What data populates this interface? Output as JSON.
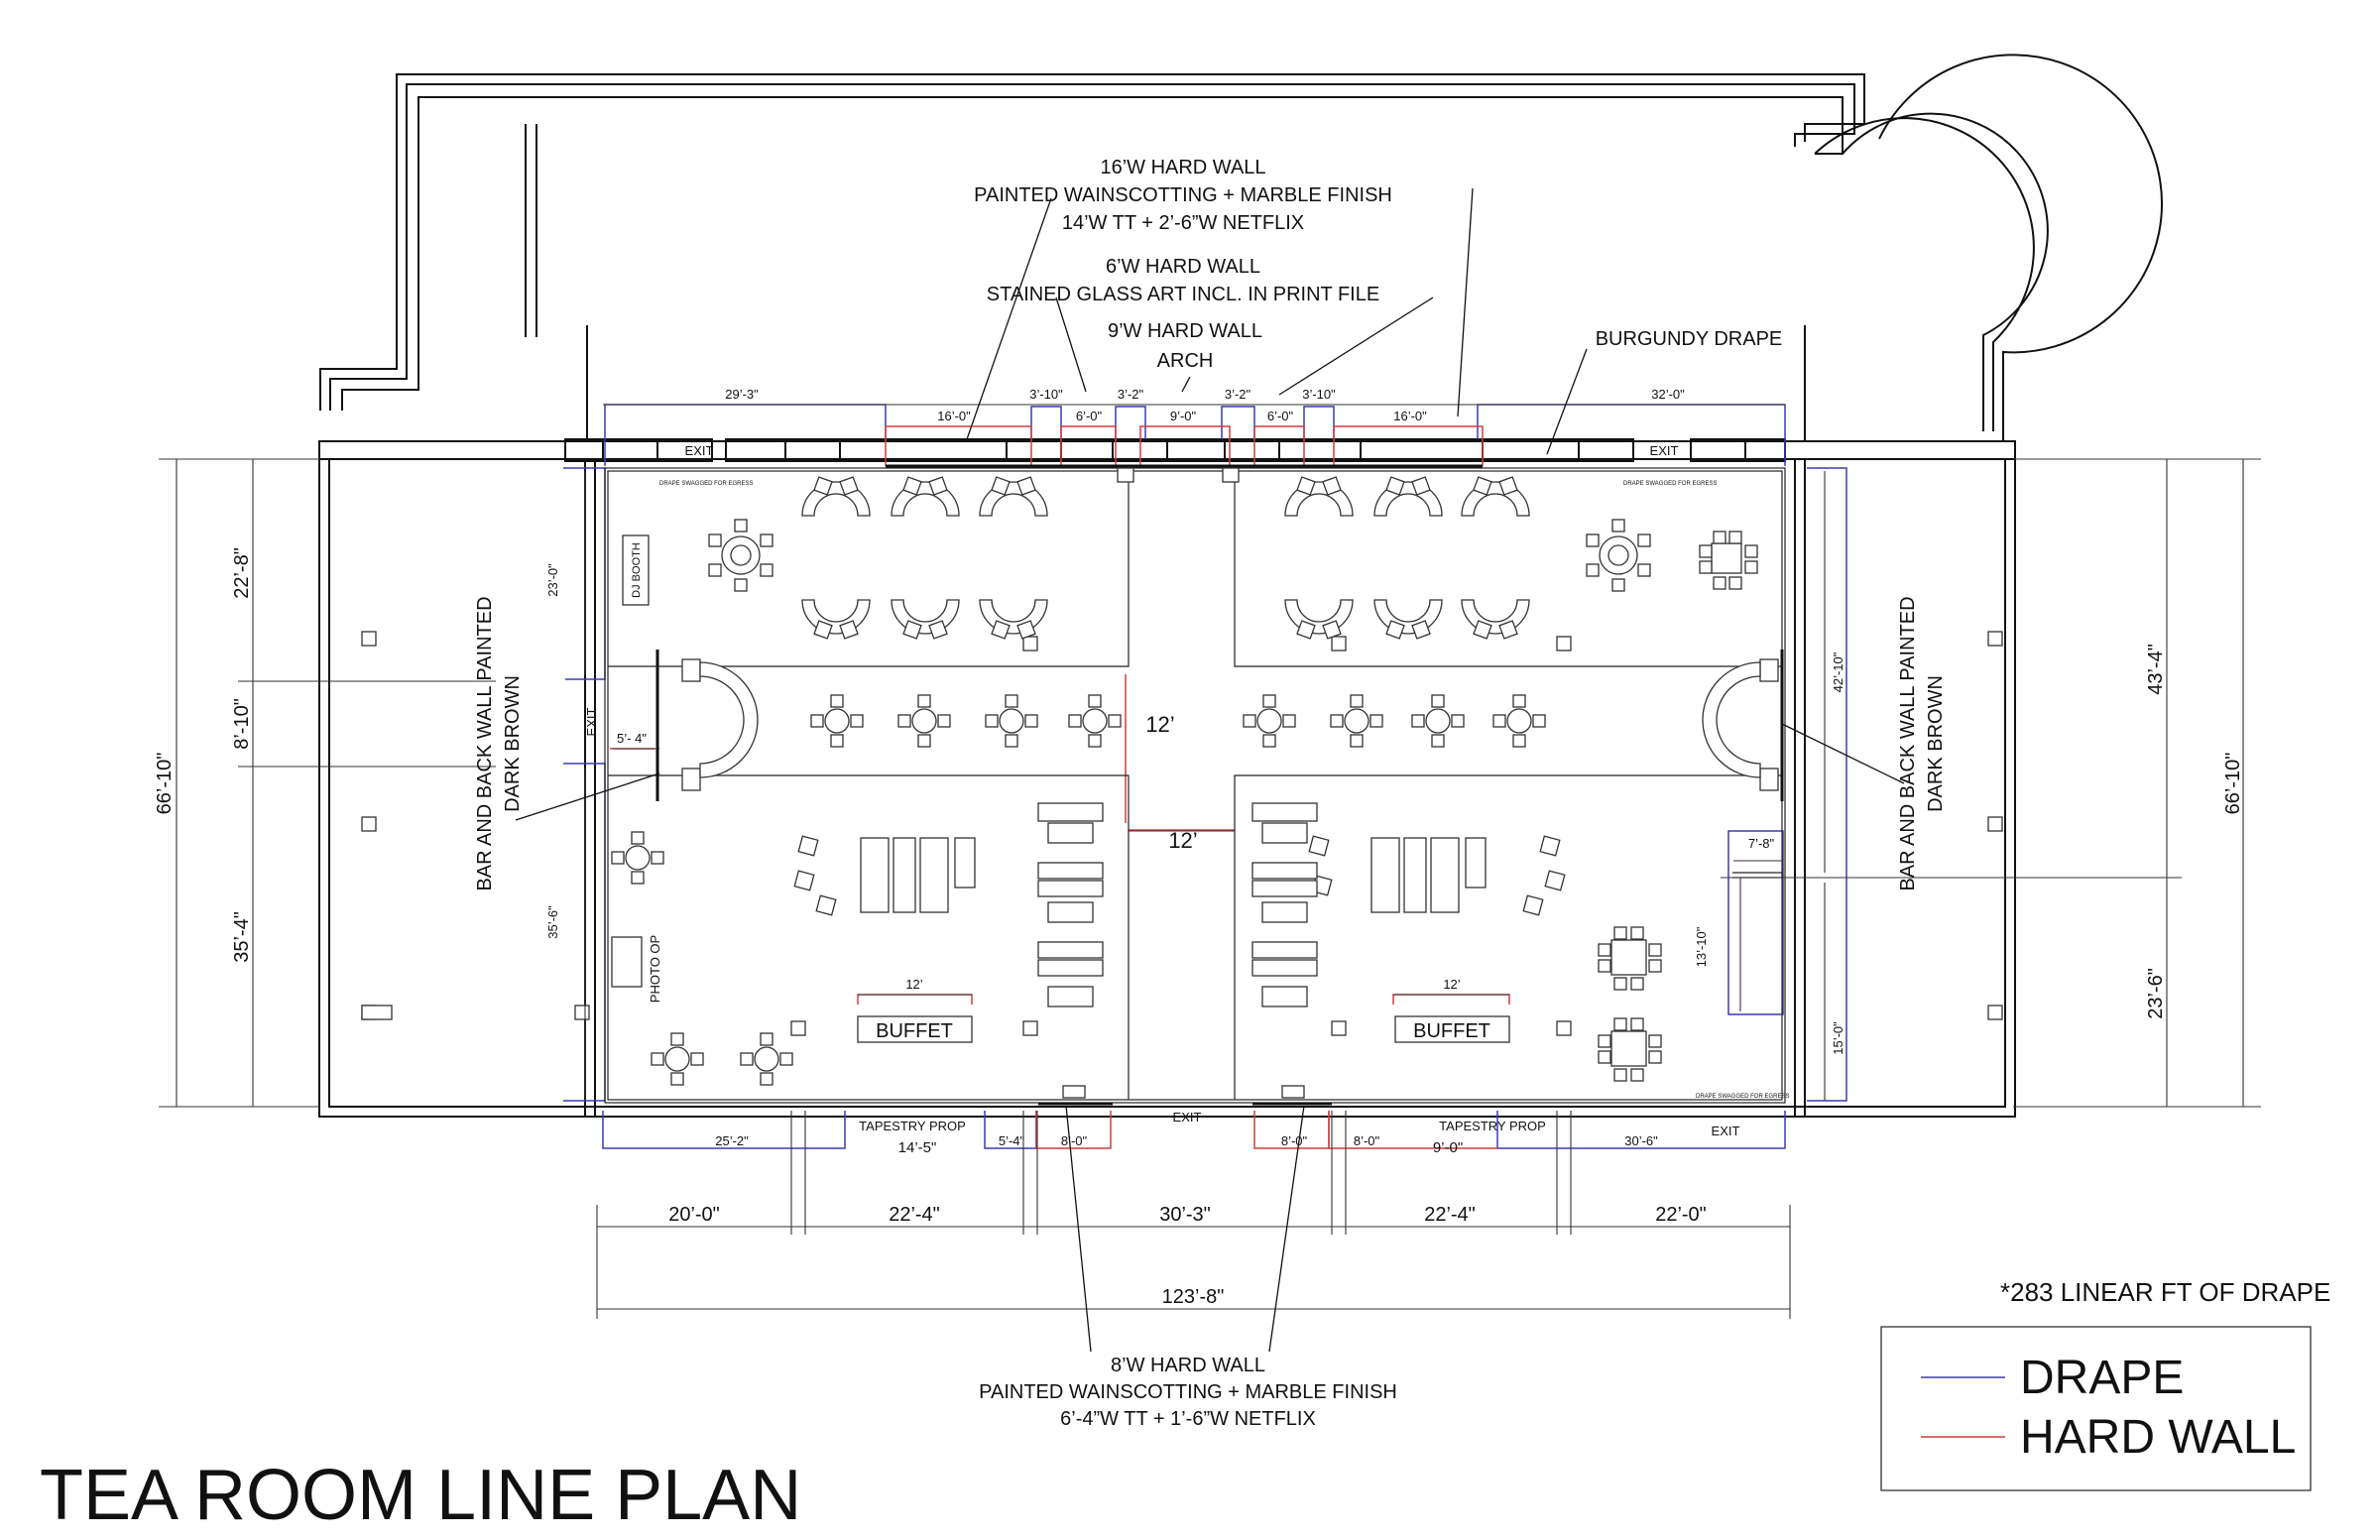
{
  "title": "TEA ROOM LINE PLAN",
  "drape_total": "*283 LINEAR FT OF DRAPE",
  "legend": {
    "drape_label": "DRAPE",
    "hardwall_label": "HARD WALL",
    "drape_color": "#3b3bb0",
    "hardwall_color": "#d23c3c"
  },
  "notes": {
    "top1": [
      "16’W HARD WALL",
      "PAINTED WAINSCOTTING + MARBLE FINISH",
      "14’W TT + 2’-6”W NETFLIX"
    ],
    "top2": [
      "6’W HARD WALL",
      "STAINED GLASS ART INCL. IN PRINT FILE"
    ],
    "top3": [
      "9’W HARD WALL",
      "ARCH"
    ],
    "burgundy": "BURGUNDY DRAPE",
    "bottom": [
      "8’W HARD WALL",
      "PAINTED WAINSCOTTING + MARBLE FINISH",
      "6’-4”W TT + 1’-6”W NETFLIX"
    ],
    "bar_left": [
      "BAR AND BACK WALL PAINTED",
      "DARK BROWN"
    ],
    "bar_right": [
      "BAR AND BACK WALL PAINTED",
      "DARK BROWN"
    ]
  },
  "labels": {
    "exit": "EXIT",
    "dj_booth": "DJ BOOTH",
    "photo_op": "PHOTO OP",
    "buffet": "BUFFET",
    "tapestry": "TAPESTRY PROP",
    "aisle": "12’",
    "drape_swagged": "DRAPE SWAGGED FOR EGRESS"
  },
  "top_dims": [
    "29’-3\"",
    "16’-0\"",
    "3’-10\"",
    "6’-0\"",
    "3’-2\"",
    "9’-0\"",
    "3’-2\"",
    "6’-0\"",
    "3’-10\"",
    "16’-0\"",
    "32’-0\""
  ],
  "bottom_dims": [
    "25’-2\"",
    "14’-5\"",
    "5’-4\"",
    "8’-0\"",
    "8’-0\"",
    "8’-0\"",
    "9’-0\"",
    "30’-6\""
  ],
  "base_dims": [
    "20’-0\"",
    "22’-4\"",
    "30’-3\"",
    "22’-4\"",
    "22’-0\""
  ],
  "overall_width": "123’-8\"",
  "left_dims": {
    "overall": "66’-10\"",
    "upper": "22’-8\"",
    "middle": "8’-10\"",
    "lower": "35’-4\"",
    "inner_upper": "23’-0\"",
    "inner_lower": "35’-6\"",
    "bar_gap": "5’- 4\""
  },
  "right_dims": {
    "overall": "66’-10\"",
    "upper": "43’-4\"",
    "lower": "23’-6\"",
    "inner_upper": "42’-10\"",
    "inner_lower": "15’-0\"",
    "notch_w": "7’-8\"",
    "notch_h": "13’-10\""
  },
  "buffet_dim": "12’"
}
